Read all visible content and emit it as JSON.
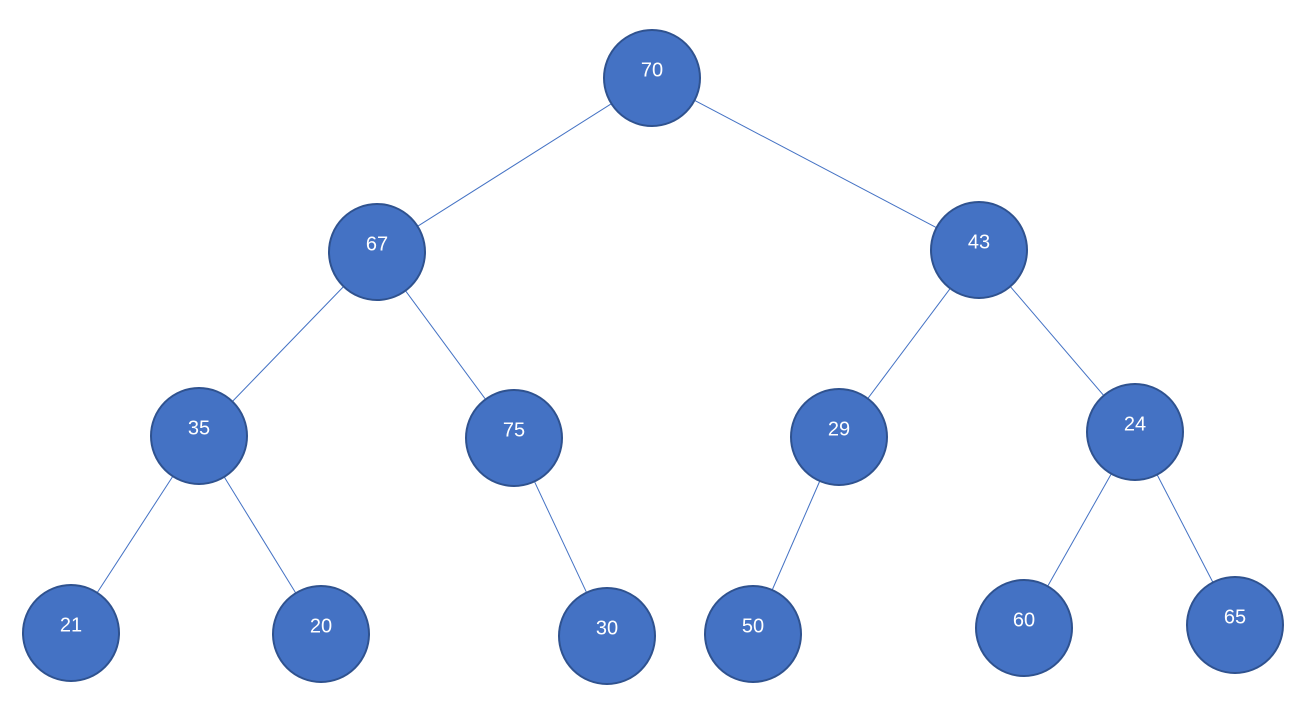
{
  "tree": {
    "nodes": [
      {
        "id": "n70",
        "label": "70"
      },
      {
        "id": "n67",
        "label": "67"
      },
      {
        "id": "n43",
        "label": "43"
      },
      {
        "id": "n35",
        "label": "35"
      },
      {
        "id": "n75",
        "label": "75"
      },
      {
        "id": "n29",
        "label": "29"
      },
      {
        "id": "n24",
        "label": "24"
      },
      {
        "id": "n21",
        "label": "21"
      },
      {
        "id": "n20",
        "label": "20"
      },
      {
        "id": "n30",
        "label": "30"
      },
      {
        "id": "n50",
        "label": "50"
      },
      {
        "id": "n60",
        "label": "60"
      },
      {
        "id": "n65",
        "label": "65"
      }
    ],
    "edges": [
      {
        "from": "n70",
        "to": "n67"
      },
      {
        "from": "n70",
        "to": "n43"
      },
      {
        "from": "n67",
        "to": "n35"
      },
      {
        "from": "n67",
        "to": "n75"
      },
      {
        "from": "n43",
        "to": "n29"
      },
      {
        "from": "n43",
        "to": "n24"
      },
      {
        "from": "n35",
        "to": "n21"
      },
      {
        "from": "n35",
        "to": "n20"
      },
      {
        "from": "n75",
        "to": "n30"
      },
      {
        "from": "n29",
        "to": "n50"
      },
      {
        "from": "n24",
        "to": "n60"
      },
      {
        "from": "n24",
        "to": "n65"
      }
    ]
  }
}
